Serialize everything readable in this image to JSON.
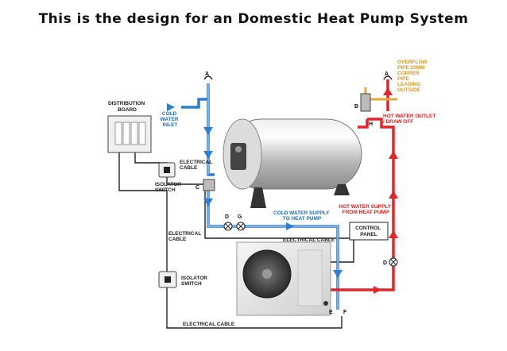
{
  "title": "This is the design for an Domestic Heat Pump System",
  "colors": {
    "cold": "#2f7fd0",
    "hot": "#e0262a",
    "overflow": "#e0a93a",
    "cable": "#222222",
    "label_blue": "#1a6ec0",
    "label_red": "#e02020",
    "label_orange": "#d99a1c"
  },
  "labels": {
    "distribution_board": [
      "DISTRIBUTION",
      "BOARD"
    ],
    "cold_water_inlet": [
      "COLD",
      "WATER",
      "INLET"
    ],
    "electrical_cable": "ELECTRICAL CABLE",
    "electrical_cable_short": [
      "ELECTRICAL",
      "CABLE"
    ],
    "isolator_switch": [
      "ISOLATOR",
      "SWITCH"
    ],
    "cold_water_supply": [
      "COLD WATER SUPPLY",
      "TO HEAT PUMP"
    ],
    "control_panel": [
      "CONTROL",
      "PANEL"
    ],
    "overflow_pipe": [
      "OVERFLOW",
      "PIPE 20MM",
      "COPPER",
      "PIPE",
      "LEADING",
      "OUTSIDE"
    ],
    "hot_water_outlet": [
      "HOT WATER OUTLET",
      "/ DRAW OFF"
    ],
    "hot_water_supply": [
      "HOT WATER SUPPLY",
      "FROM HEAT PUMP"
    ]
  },
  "points": {
    "a": "A",
    "b": "B",
    "c": "C",
    "d": "D",
    "e": "E",
    "f": "F",
    "g": "G",
    "h": "H"
  }
}
